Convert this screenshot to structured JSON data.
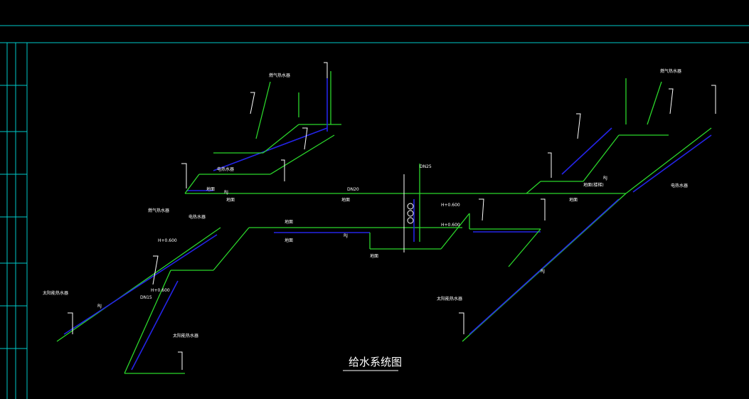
{
  "drawing": {
    "title": "给水系统图",
    "labels": {
      "heater_tl": "燃气热水器",
      "heater_tr": "燃气热水器",
      "heater_ml": "燃气热水器",
      "heater_bl": "太阳能热水器",
      "heater_bm": "太阳能热水器",
      "heater_br": "太阳能热水器",
      "elec_heater_l": "电热水器",
      "elec_heater_r": "电热水器",
      "elec_heater_tr": "电热水器",
      "floor_a": "地面",
      "floor_b": "地面",
      "floor_c": "地面",
      "floor_d": "地面",
      "floor_e": "地面",
      "floor_f": "地面(楼梯)",
      "floor_g": "地面",
      "floor_h": "地面",
      "elev_1": "H+0.600",
      "elev_2": "H+0.600",
      "elev_3": "H+0.600",
      "elev_4": "H+0.600",
      "rj_1": "RJ",
      "rj_2": "RJ",
      "rj_3": "RJ",
      "rj_4": "RJ",
      "rj_5": "RJ",
      "dn20": "DN20",
      "dn15": "DN15",
      "dn25": "DN25"
    }
  }
}
